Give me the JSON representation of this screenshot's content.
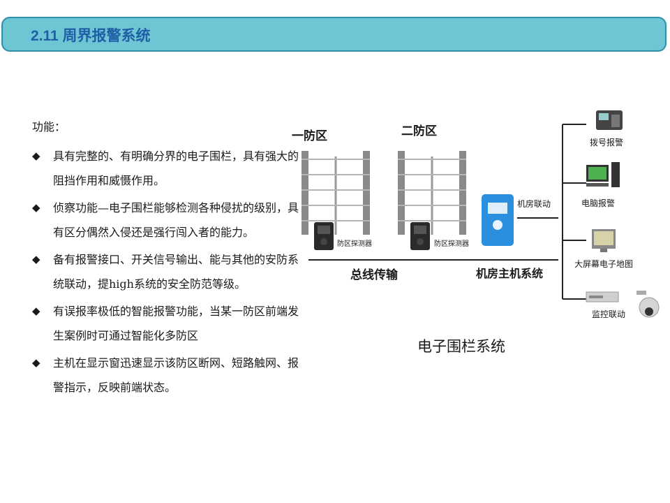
{
  "header": {
    "title": "2.11 周界报警系统"
  },
  "features": {
    "heading": "功能：",
    "items": [
      "具有完整的、有明确分界的电子围栏，具有强大的阻挡作用和威慑作用。",
      "侦察功能—电子围栏能够检测各种侵扰的级别，具有区分偶然入侵还是强行闯入者的能力。",
      "备有报警接口、开关信号输出、能与其他的安防系统联动，提high系统的安全防范等级。",
      "有误报率极低的智能报警功能，当某一防区前端发生案例时可通过智能化多防区",
      "主机在显示窗迅速显示该防区断网、短路触网、报警指示，反映前端状态。"
    ]
  },
  "diagram": {
    "zone1": "一防区",
    "zone2": "二防区",
    "detector": "防区探测器",
    "bus": "总线传输",
    "host": "机房主机系统",
    "host_link": "机房联动",
    "outputs": [
      "拨号报警",
      "电脑报警",
      "大屏幕电子地图",
      "监控联动"
    ]
  },
  "caption": "电子围栏系统"
}
